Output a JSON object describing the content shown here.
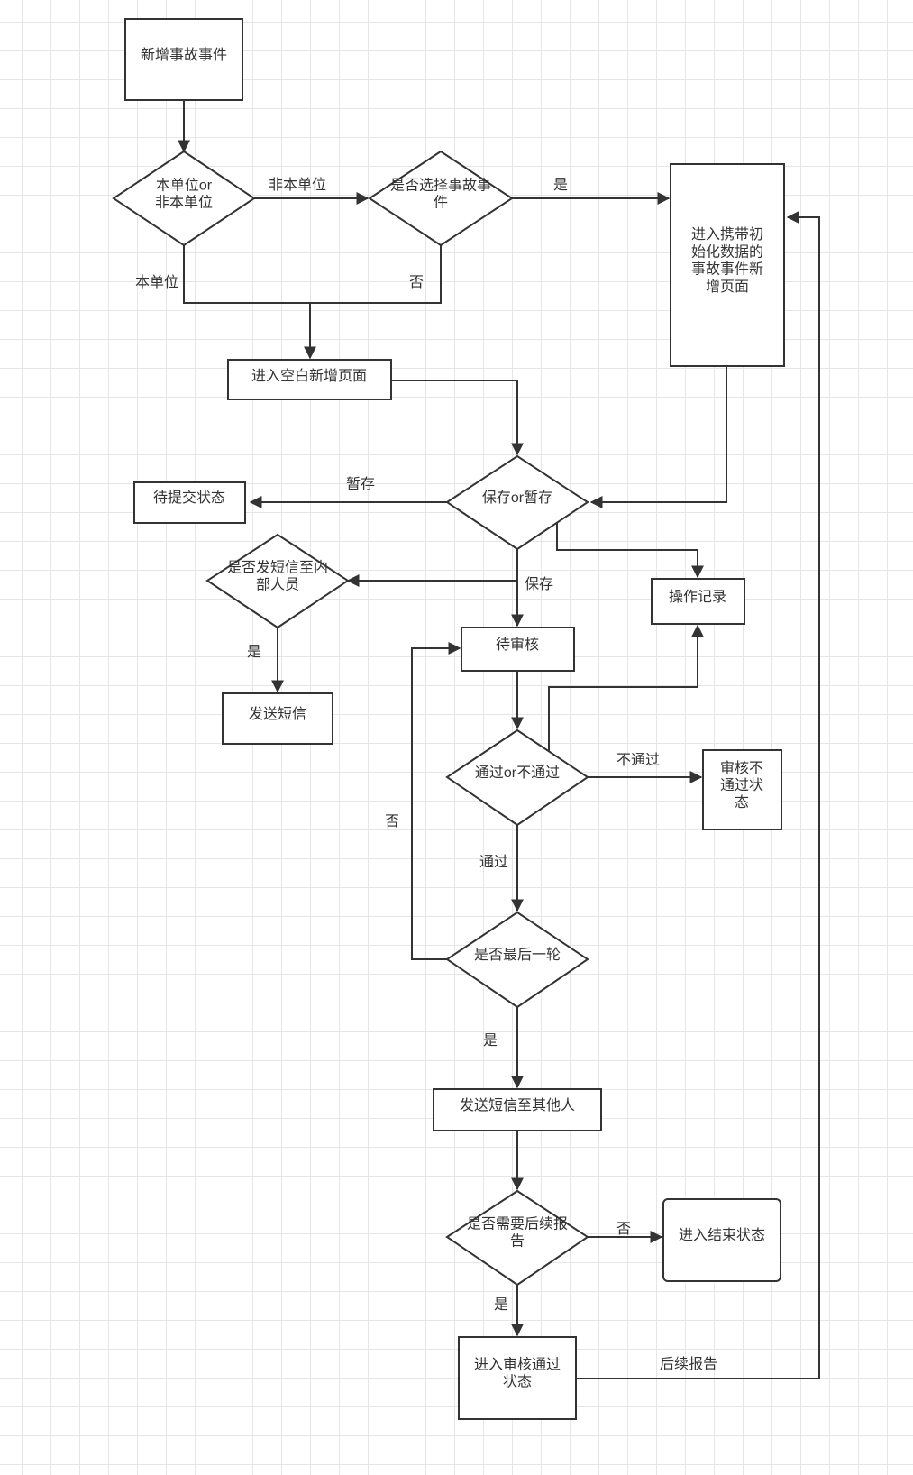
{
  "diagram": {
    "nodes": {
      "add_event": [
        "新增事故事件"
      ],
      "unit_decision": [
        "本单位or",
        "非本单位"
      ],
      "choose_event_decision": [
        "是否选择事故事",
        "件"
      ],
      "blank_page": [
        "进入空白新增页面"
      ],
      "init_page": [
        "进入携带初",
        "始化数据的",
        "事故事件新",
        "增页面"
      ],
      "save_decision": [
        "保存or暂存"
      ],
      "pending_submit": [
        "待提交状态"
      ],
      "sms_internal_decision": [
        "是否发短信至内",
        "部人员"
      ],
      "send_sms": [
        "发送短信"
      ],
      "operation_log": [
        "操作记录"
      ],
      "pending_review": [
        "待审核"
      ],
      "pass_decision": [
        "通过or不通过"
      ],
      "review_failed": [
        "审核不",
        "通过状",
        "态"
      ],
      "last_round_decision": [
        "是否最后一轮"
      ],
      "sms_others": [
        "发送短信至其他人"
      ],
      "follow_up_decision": [
        "是否需要后续报",
        "告"
      ],
      "end_state": [
        "进入结束状态"
      ],
      "review_passed": [
        "进入审核通过",
        "状态"
      ]
    },
    "edge_labels": {
      "non_local": "非本单位",
      "yes_choose": "是",
      "local": "本单位",
      "no_choose": "否",
      "temp_save": "暂存",
      "save": "保存",
      "yes_sms": "是",
      "not_pass": "不通过",
      "pass": "通过",
      "no_last": "否",
      "yes_last": "是",
      "no_follow": "否",
      "yes_follow": "是",
      "follow_report": "后续报告"
    }
  },
  "colors": {
    "line": "#333333",
    "fill": "#ffffff",
    "grid": "#e6e6e6"
  }
}
